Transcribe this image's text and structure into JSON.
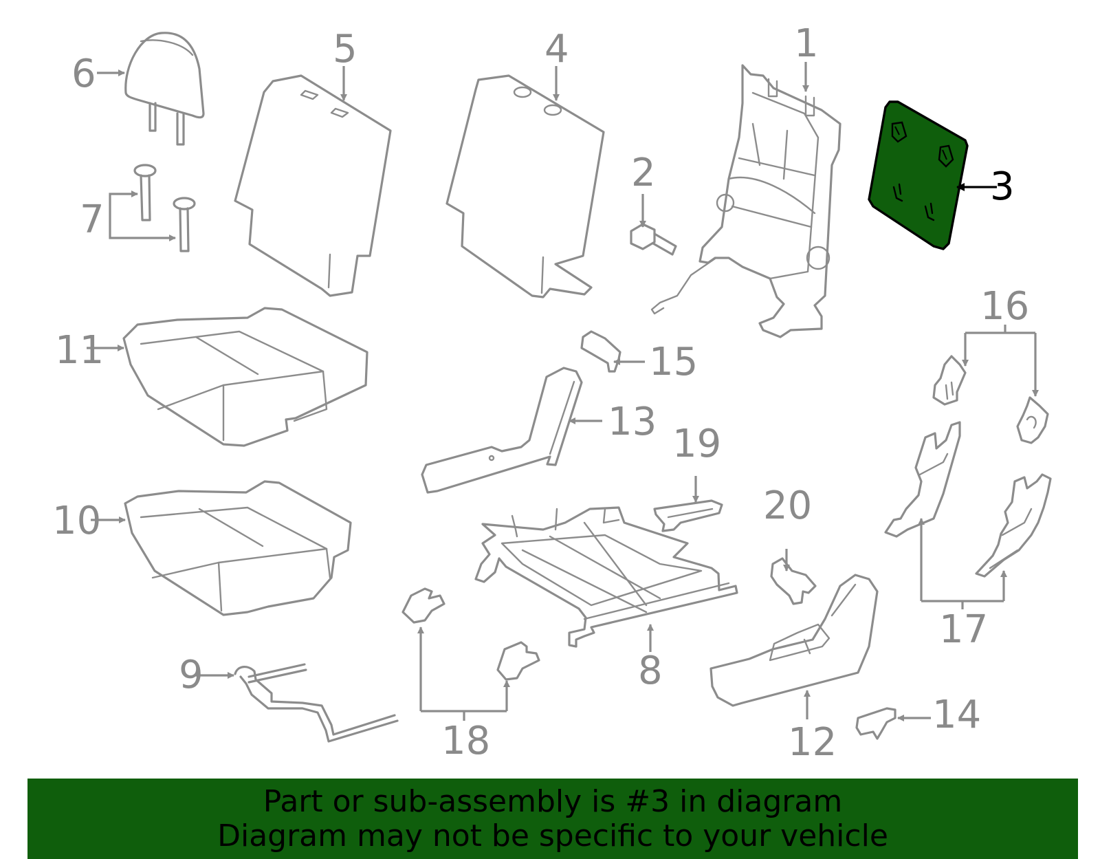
{
  "colors": {
    "line": "#8c8c8c",
    "label": "#8a8a8a",
    "highlight_fill": "#0f5e0c",
    "highlight_stroke": "#000000",
    "banner_bg": "#0f5e0c",
    "banner_text": "#000000"
  },
  "highlighted_part": "3",
  "callouts": [
    "1",
    "2",
    "3",
    "4",
    "5",
    "6",
    "7",
    "8",
    "9",
    "10",
    "11",
    "12",
    "13",
    "14",
    "15",
    "16",
    "17",
    "18",
    "19",
    "20"
  ],
  "banner": {
    "line1": "Part or sub-assembly is #3 in diagram",
    "line2": "Diagram may not be specific to your vehicle"
  }
}
